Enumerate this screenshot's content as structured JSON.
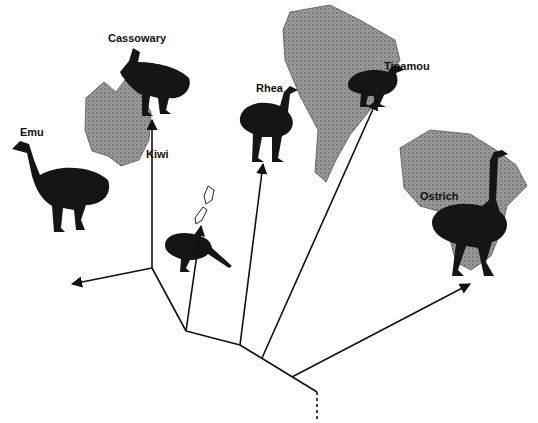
{
  "diagram": {
    "labels": [
      "Emu",
      "Cassowary",
      "Kiwi",
      "Rhea",
      "Tinamou",
      "Ostrich"
    ]
  }
}
